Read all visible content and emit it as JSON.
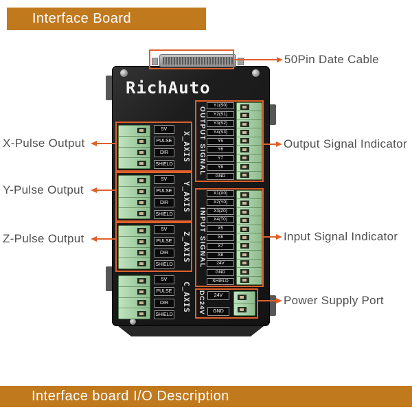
{
  "header": {
    "title": "Interface Board"
  },
  "footer": {
    "title": "Interface board I/O Description"
  },
  "board": {
    "brand": "RichAuto",
    "axes": [
      {
        "name": "X_AXIS",
        "pins": [
          "5V",
          "PULSE",
          "DIR",
          "SHIELD"
        ]
      },
      {
        "name": "Y_AXIS",
        "pins": [
          "5V",
          "PULSE",
          "DIR",
          "SHIELD"
        ]
      },
      {
        "name": "Z_AXIS",
        "pins": [
          "5V",
          "PULSE",
          "DIR",
          "SHIELD"
        ]
      },
      {
        "name": "C_AXIS",
        "pins": [
          "5V",
          "PULSE",
          "DIR",
          "SHIELD"
        ]
      }
    ],
    "output": {
      "label": "OUTPUT SIGNAL",
      "pins": [
        "Y1(S0)",
        "Y2(S1)",
        "Y3(S2)",
        "Y4(S3)",
        "Y5",
        "Y6",
        "Y7",
        "Y8",
        "GND"
      ]
    },
    "input": {
      "label": "INPUT SIGNAL",
      "pins": [
        "X1(X0)",
        "X2(Y0)",
        "X3(Z0)",
        "X4(T0)",
        "X5",
        "X6",
        "X7",
        "X8",
        "24V",
        "GND",
        "SHIELD"
      ]
    },
    "power": {
      "label": "DC24V",
      "pins": [
        "24V",
        "GND"
      ]
    }
  },
  "callouts": {
    "left": [
      {
        "label": "X-Pulse Output"
      },
      {
        "label": "Y-Pulse Output"
      },
      {
        "label": "Z-Pulse Output"
      }
    ],
    "right": [
      {
        "label": "50Pin Date Cable"
      },
      {
        "label": "Output Signal Indicator"
      },
      {
        "label": "Input Signal Indicator"
      },
      {
        "label": "Power Supply Port"
      }
    ]
  },
  "colors": {
    "banner": "#c1791d",
    "accent": "#e0602a",
    "board": "#1d1d1d",
    "terminal-green": "#a9d3a9",
    "label-text": "#4f4f4f"
  }
}
